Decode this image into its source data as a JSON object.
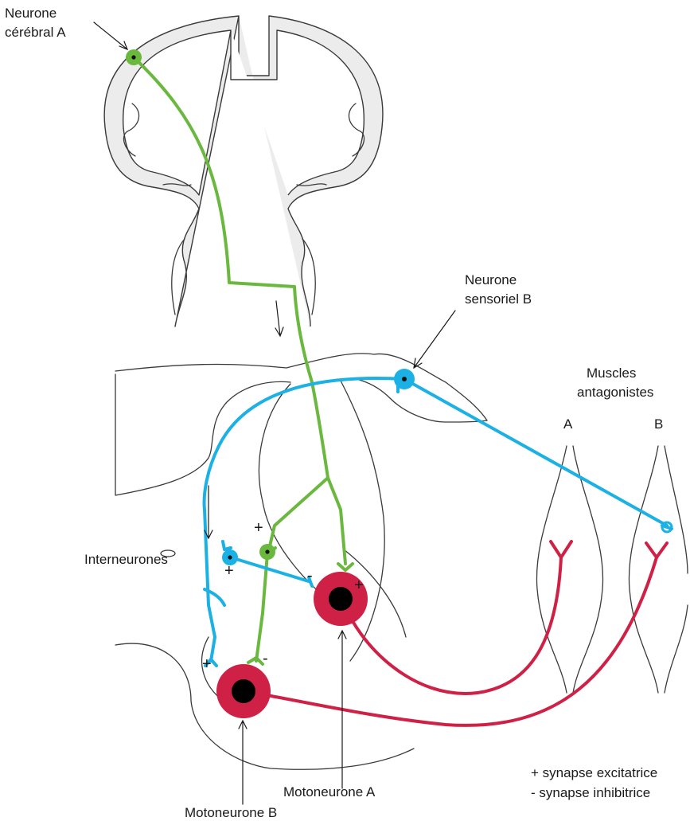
{
  "labels": {
    "neurone_cerebral": [
      "Neurone",
      "cérébral A"
    ],
    "neurone_sensoriel": [
      "Neurone",
      "sensoriel B"
    ],
    "muscles": [
      "Muscles",
      "antagonistes"
    ],
    "muscle_a": "A",
    "muscle_b": "B",
    "interneurones": "Interneurones",
    "motoneurone_a": "Motoneurone A",
    "motoneurone_b": "Motoneurone B"
  },
  "synapse_signs": {
    "plus": "+",
    "minus": "-"
  },
  "legend": {
    "excitatory": "+ synapse excitatrice",
    "inhibitory": "- synapse inhibitrice"
  },
  "colors": {
    "green_neuron": "#6bb83f",
    "blue_neuron": "#1cb1e5",
    "motoneuron_red": "#cf2146",
    "brain_fill": "#ececec"
  }
}
